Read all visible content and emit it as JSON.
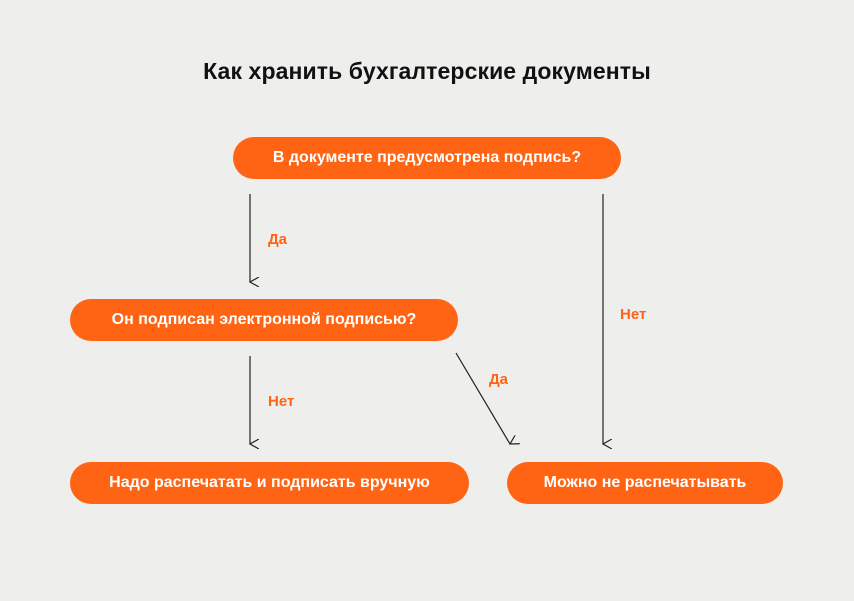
{
  "title": "Как хранить бухгалтерские документы",
  "nodes": {
    "q1": "В документе предусмотрена подпись?",
    "q2": "Он подписан электронной подписью?",
    "r1": "Надо распечатать и подписать вручную",
    "r2": "Можно не распечатывать"
  },
  "edges": {
    "q1_to_q2": "Да",
    "q1_to_r2": "Нет",
    "q2_to_r1": "Нет",
    "q2_to_r2": "Да"
  },
  "colors": {
    "accent": "#ff6414",
    "background": "#eeeeed",
    "text": "#111111",
    "line": "#222222"
  }
}
